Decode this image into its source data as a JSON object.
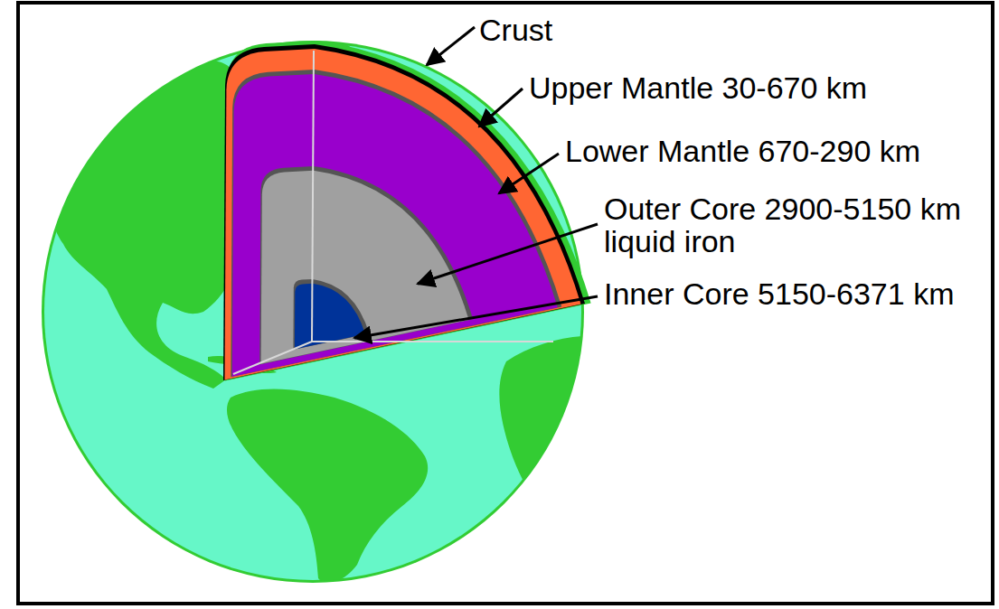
{
  "diagram": {
    "labels": [
      "Crust",
      "Upper Mantle 30-670 km",
      "Lower Mantle 670-290 km",
      "Outer Core 2900-5150 km liquid iron",
      "Inner Core 5150-6371 km"
    ]
  }
}
